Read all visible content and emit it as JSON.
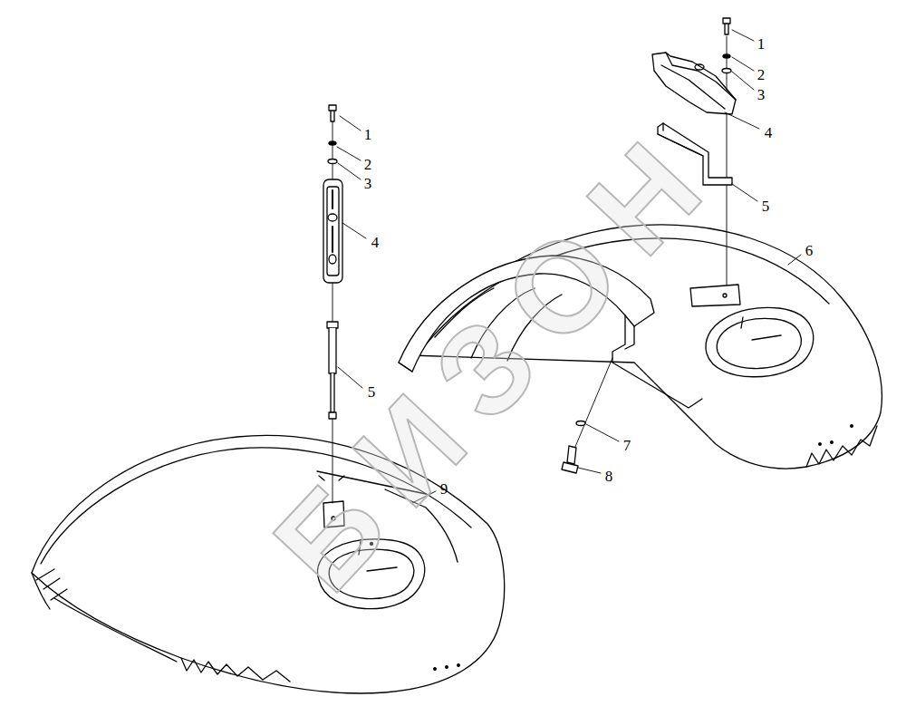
{
  "diagram": {
    "labels": [
      "1",
      "2",
      "3",
      "1",
      "4",
      "2",
      "3",
      "5",
      "4",
      "6",
      "5",
      "7",
      "8",
      "9",
      "БИЗОН"
    ]
  }
}
